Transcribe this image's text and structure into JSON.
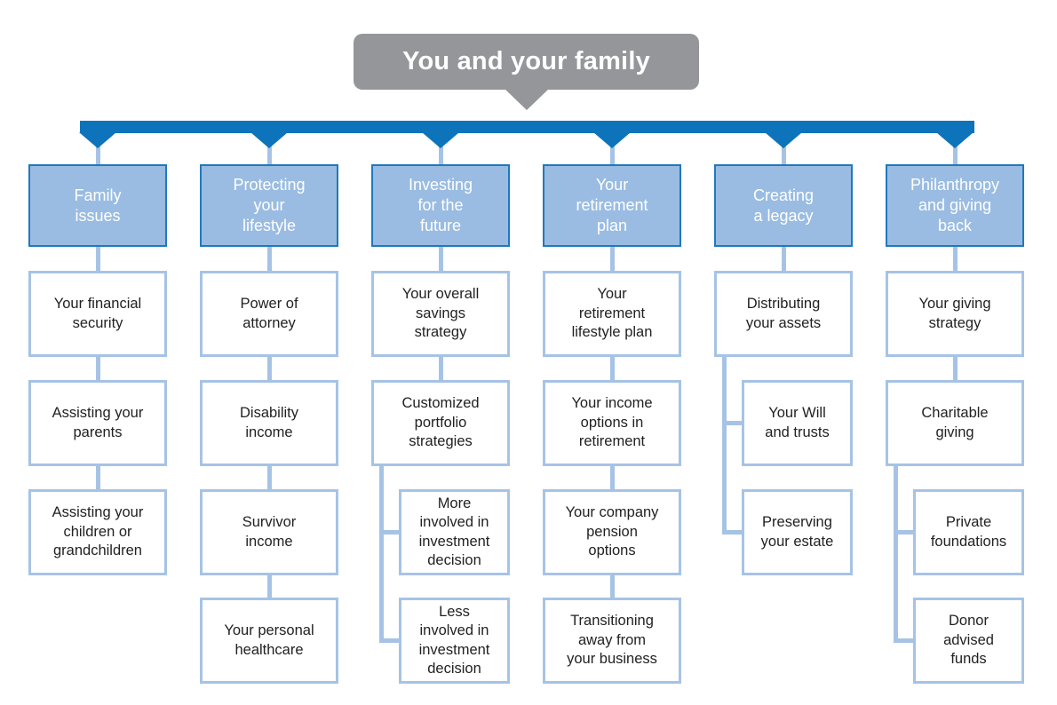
{
  "title": "You and your family",
  "colors": {
    "bar_blue": "#0d73bb",
    "header_fill": "#9abce2",
    "header_border": "#1e79bd",
    "connector_blue": "#a6c3e5",
    "title_gray": "#95969a",
    "text_dark": "#222222",
    "text_white": "#ffffff"
  },
  "columns": [
    {
      "id": "family-issues",
      "header": "Family\nissues",
      "items": [
        "Your financial\nsecurity",
        "Assisting your\nparents",
        "Assisting your\nchildren or\ngrandchildren"
      ]
    },
    {
      "id": "protecting-your-lifestyle",
      "header": "Protecting\nyour\nlifestyle",
      "items": [
        "Power of\nattorney",
        "Disability\nincome",
        "Survivor\nincome",
        "Your personal\nhealthcare"
      ]
    },
    {
      "id": "investing-for-the-future",
      "header": "Investing\nfor the\nfuture",
      "items": [
        "Your overall\nsavings\nstrategy",
        "Customized\nportfolio\nstrategies",
        "More\ninvolved in\ninvestment\ndecision",
        "Less\ninvolved in\ninvestment\ndecision"
      ]
    },
    {
      "id": "your-retirement-plan",
      "header": "Your\nretirement\nplan",
      "items": [
        "Your\nretirement\nlifestyle plan",
        "Your income\noptions in\nretirement",
        "Your company\npension\noptions",
        "Transitioning\naway from\nyour business"
      ]
    },
    {
      "id": "creating-a-legacy",
      "header": "Creating\na legacy",
      "items": [
        "Distributing\nyour assets",
        "Your Will\nand trusts",
        "Preserving\nyour estate"
      ]
    },
    {
      "id": "philanthropy-and-giving-back",
      "header": "Philanthropy\nand giving\nback",
      "items": [
        "Your giving\nstrategy",
        "Charitable\ngiving",
        "Private\nfoundations",
        "Donor\nadvised\nfunds"
      ]
    }
  ]
}
